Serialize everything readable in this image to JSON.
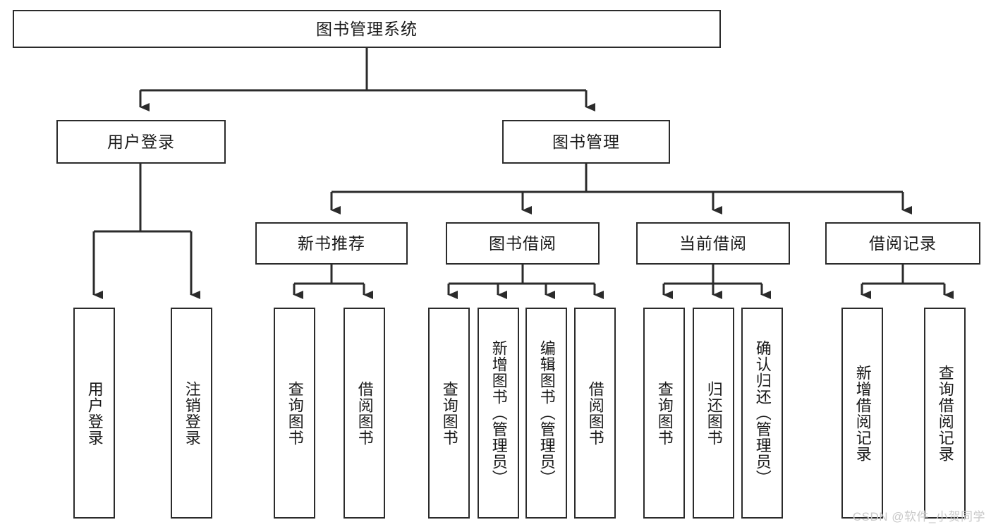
{
  "diagram": {
    "type": "tree",
    "title": "图书管理系统",
    "root": {
      "label": "图书管理系统"
    },
    "level2": [
      {
        "label": "用户登录"
      },
      {
        "label": "图书管理"
      }
    ],
    "level3": [
      {
        "label": "新书推荐"
      },
      {
        "label": "图书借阅"
      },
      {
        "label": "当前借阅"
      },
      {
        "label": "借阅记录"
      }
    ],
    "leaves": {
      "user_login": [
        "用户登录",
        "注销登录"
      ],
      "new_book_recommend": [
        "查询图书",
        "借阅图书"
      ],
      "book_borrow": [
        "查询图书",
        "新增图书（管理员）",
        "编辑图书（管理员）",
        "借阅图书"
      ],
      "current_borrow": [
        "查询图书",
        "归还图书",
        "确认归还（管理员）"
      ],
      "borrow_record": [
        "新增借阅记录",
        "查询借阅记录"
      ]
    }
  },
  "watermark": {
    "text": "CSDN @软件_小贺同学"
  },
  "colors": {
    "box_border": "#2b2b2b",
    "box_fill": "#ffffff",
    "connector": "#2b2b2b",
    "text": "#1a1a1a",
    "watermark": "#c9c9c9",
    "background": "#ffffff"
  }
}
